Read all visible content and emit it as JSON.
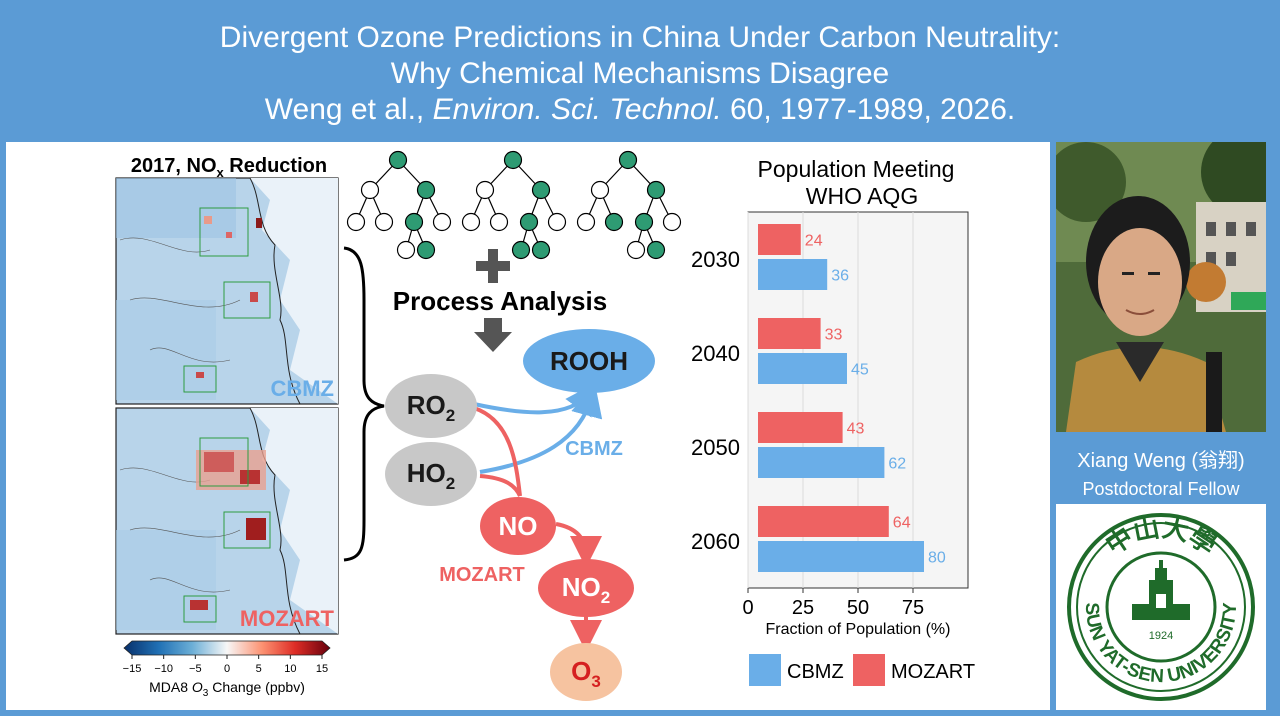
{
  "header": {
    "title_line1": "Divergent Ozone Predictions in China Under Carbon Neutrality:",
    "title_line2": "Why Chemical Mechanisms Disagree",
    "citation_authors": "Weng et al., ",
    "citation_journal": "Environ. Sci. Technol.",
    "citation_details": " 60, 1977-1989, 2026."
  },
  "maps": {
    "title_main": "2017, NO",
    "title_sub": "x",
    "title_rest": " Reduction",
    "top_label": "CBMZ",
    "bottom_label": "MOZART",
    "colorbar_ticks": [
      "−15",
      "−10",
      "−5",
      "0",
      "5",
      "10",
      "15"
    ],
    "colorbar_label_pre": "MDA8 ",
    "colorbar_label_o": "O",
    "colorbar_label_sub": "3",
    "colorbar_label_post": " Change (ppbv)"
  },
  "diagram": {
    "process_analysis": "Process Analysis",
    "rooh": "ROOH",
    "ro2_main": "RO",
    "ro2_sub": "2",
    "ho2_main": "HO",
    "ho2_sub": "2",
    "no": "NO",
    "no2_main": "NO",
    "no2_sub": "2",
    "o3_main": "O",
    "o3_sub": "3",
    "cbmz_label": "CBMZ",
    "mozart_label": "MOZART"
  },
  "colors": {
    "header_blue": "#5b9bd5",
    "cbmz_blue": "#6aaee8",
    "mozart_red": "#ee6262",
    "node_gray": "#c8c8c8",
    "tree_green": "#2e9b73",
    "o3_peach": "#f6c3a0"
  },
  "chart_data": {
    "type": "bar",
    "orientation": "horizontal",
    "title_line1": "Population Meeting",
    "title_line2": "WHO AQG",
    "xlabel": "Fraction of Population (%)",
    "ylabel": "",
    "xlim": [
      0,
      100
    ],
    "xticks": [
      "0",
      "25",
      "50",
      "75"
    ],
    "categories": [
      "2030",
      "2040",
      "2050",
      "2060"
    ],
    "series": [
      {
        "name": "MOZART",
        "values": [
          24,
          33,
          43,
          64
        ],
        "color": "#ee6262"
      },
      {
        "name": "CBMZ",
        "values": [
          36,
          45,
          62,
          80
        ],
        "color": "#6aaee8"
      }
    ],
    "legend": {
      "placement": "bottom",
      "entries": [
        "CBMZ",
        "MOZART"
      ]
    },
    "grid": true
  },
  "profile": {
    "name": "Xiang Weng (翁翔)",
    "role": "Postdoctoral Fellow"
  },
  "university_logo": {
    "name_en": "SUN YAT-SEN UNIVERSITY",
    "name_cn": "中山大學",
    "year": "1924"
  }
}
